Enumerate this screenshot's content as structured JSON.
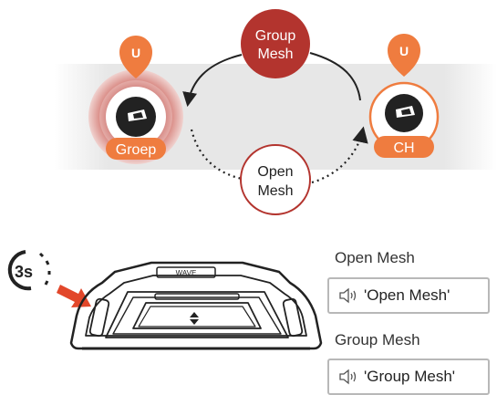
{
  "diagram": {
    "top_center_label": {
      "line1": "Group",
      "line2": "Mesh"
    },
    "bottom_center_label": {
      "line1": "Open",
      "line2": "Mesh"
    },
    "left_node": {
      "pin_letter": "U",
      "tag": "Groep"
    },
    "right_node": {
      "pin_letter": "U",
      "tag": "CH"
    },
    "timer_label": "3s",
    "device_label": "WAVE"
  },
  "voice_prompts": [
    {
      "heading": "Open Mesh",
      "prompt": "'Open Mesh'"
    },
    {
      "heading": "Group Mesh",
      "prompt": "'Group Mesh'"
    }
  ],
  "colors": {
    "orange": "#ef7c3f",
    "dark_red": "#b3342e",
    "grey_band": "#e6e6e6",
    "box_border": "#b8b8b8"
  },
  "icons": [
    "helmet-icon",
    "speaker-icon",
    "press-arrow-icon",
    "timer-icon",
    "location-pin-icon"
  ]
}
